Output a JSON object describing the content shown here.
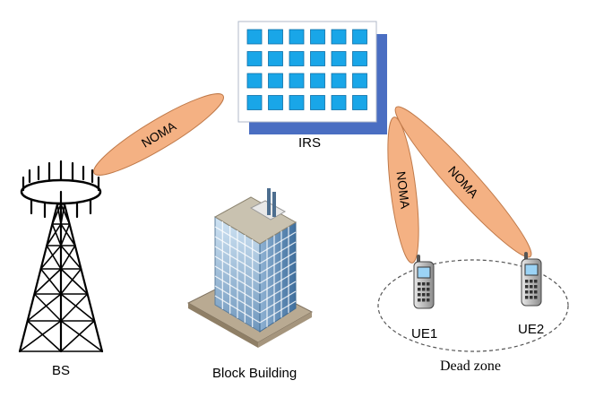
{
  "labels": {
    "irs": "IRS",
    "bs": "BS",
    "building": "Block Building",
    "dead_zone": "Dead zone",
    "ue1": "UE1",
    "ue2": "UE2"
  },
  "beams": [
    {
      "id": "bs-irs",
      "label": "NOMA"
    },
    {
      "id": "irs-ue1",
      "label": "NOMA"
    },
    {
      "id": "irs-ue2",
      "label": "NOMA"
    }
  ],
  "colors": {
    "beam_fill": "#f4b183",
    "beam_stroke": "#c07a4a",
    "irs_panel": "#ffffff",
    "irs_shadow": "#4a6ec2",
    "irs_element": "#19a6e8",
    "tower": "#000000"
  },
  "icons": [
    "tower-icon",
    "building-icon",
    "phone-icon"
  ]
}
